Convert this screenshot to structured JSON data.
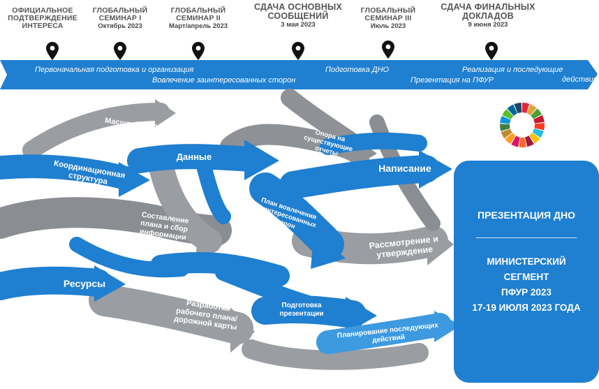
{
  "milestones": [
    {
      "title": "ОФИЦИАЛЬНОЕ\nПОДТВЕРЖДЕНИЕ\nИНТЕРЕСА",
      "date": ""
    },
    {
      "title": "ГЛОБАЛЬНЫЙ\nСЕМИНАР I",
      "date": "Октябрь 2023"
    },
    {
      "title": "ГЛОБАЛЬНЫЙ\nСЕМИНАР II",
      "date": "Март/апрель 2023"
    },
    {
      "title": "СДАЧА ОСНОВНЫХ\nСООБЩЕНИЙ",
      "date": "3 мая 2023"
    },
    {
      "title": "ГЛОБАЛЬНЫЙ\nСЕМИНАР III",
      "date": "Июль 2023"
    },
    {
      "title": "СДАЧА ФИНАЛЬНЫХ\nДОКЛАДОВ",
      "date": "9 июня 2023"
    }
  ],
  "timeline": {
    "phase1": "Первоначальная подготовка и организация",
    "phase2": "Вовлечение заинтересованных сторон",
    "phase3": "Подготовка ДНО",
    "phase4": "Реализация и последующие",
    "phase4b": "действия",
    "phase5": "Презентация на ПФУР"
  },
  "flows": {
    "scale": "Масштаб ДНО",
    "data": "Данные",
    "reliance": "Опора на существующие отчеты",
    "writing": "Написание",
    "coordination": "Координационная структура",
    "planning": "Составление плана и сбор информации",
    "engagement_plan": "План вовлечения заинтересованных сторон",
    "review": "Рассмотрение и утверждение",
    "resources": "Ресурсы",
    "workplan": "Разработка рабочего плана/ дорожной карты",
    "presentation_prep": "Подготовка презентации",
    "followup": "Планирование последующих действий"
  },
  "final_box": {
    "title": "ПРЕЗЕНТАЦИЯ ДНО",
    "line1": "МИНИСТЕРСКИЙ",
    "line2": "СЕГМЕНТ",
    "line3": "ПФУР 2023",
    "line4": "17-19 ИЮЛЯ 2023 ГОДА"
  },
  "colors": {
    "blue": "#1f7fd0",
    "light_blue": "#3d9ae0",
    "gray": "#9a9da2",
    "dark_gray": "#7f8287"
  }
}
